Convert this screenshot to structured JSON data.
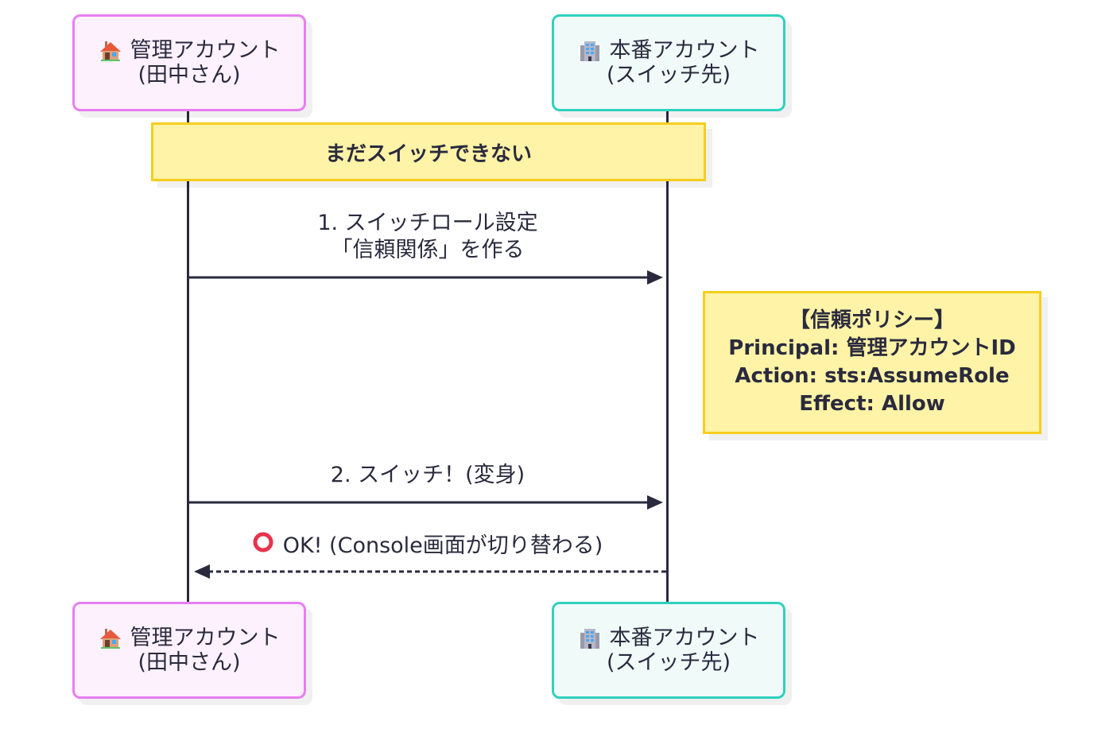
{
  "participants": [
    {
      "id": "admin",
      "icon": "house-icon",
      "emoji": "🏠",
      "title": "管理アカウント",
      "subtitle": "(田中さん)",
      "fill": "#fdf1fd",
      "stroke": "#e77ef1"
    },
    {
      "id": "prod",
      "icon": "office-building-icon",
      "emoji": "🏢",
      "title": "本番アカウント",
      "subtitle": "(スイッチ先)",
      "fill": "#f0fbf9",
      "stroke": "#2fd1be"
    }
  ],
  "notes": {
    "over_both": "まだスイッチできない",
    "policy": {
      "lines": [
        "【信頼ポリシー】",
        "Principal: 管理アカウントID",
        "Action: sts:AssumeRole",
        "Effect: Allow"
      ]
    },
    "fill": "#fef3a6",
    "stroke": "#f7cd1e"
  },
  "messages": [
    {
      "from": "admin",
      "to": "prod",
      "style": "solid",
      "lines": [
        "1. スイッチロール設定",
        "「信頼関係」を作る"
      ]
    },
    {
      "from": "admin",
      "to": "prod",
      "style": "solid",
      "lines": [
        "2. スイッチ！(変身)"
      ]
    },
    {
      "from": "prod",
      "to": "admin",
      "style": "dashed",
      "icon": "red-circle-icon",
      "lines": [
        "OK! (Console画面が切り替わる)"
      ]
    }
  ],
  "colors": {
    "line": "#2a2a3e",
    "ok_circle": "#e8334e"
  }
}
